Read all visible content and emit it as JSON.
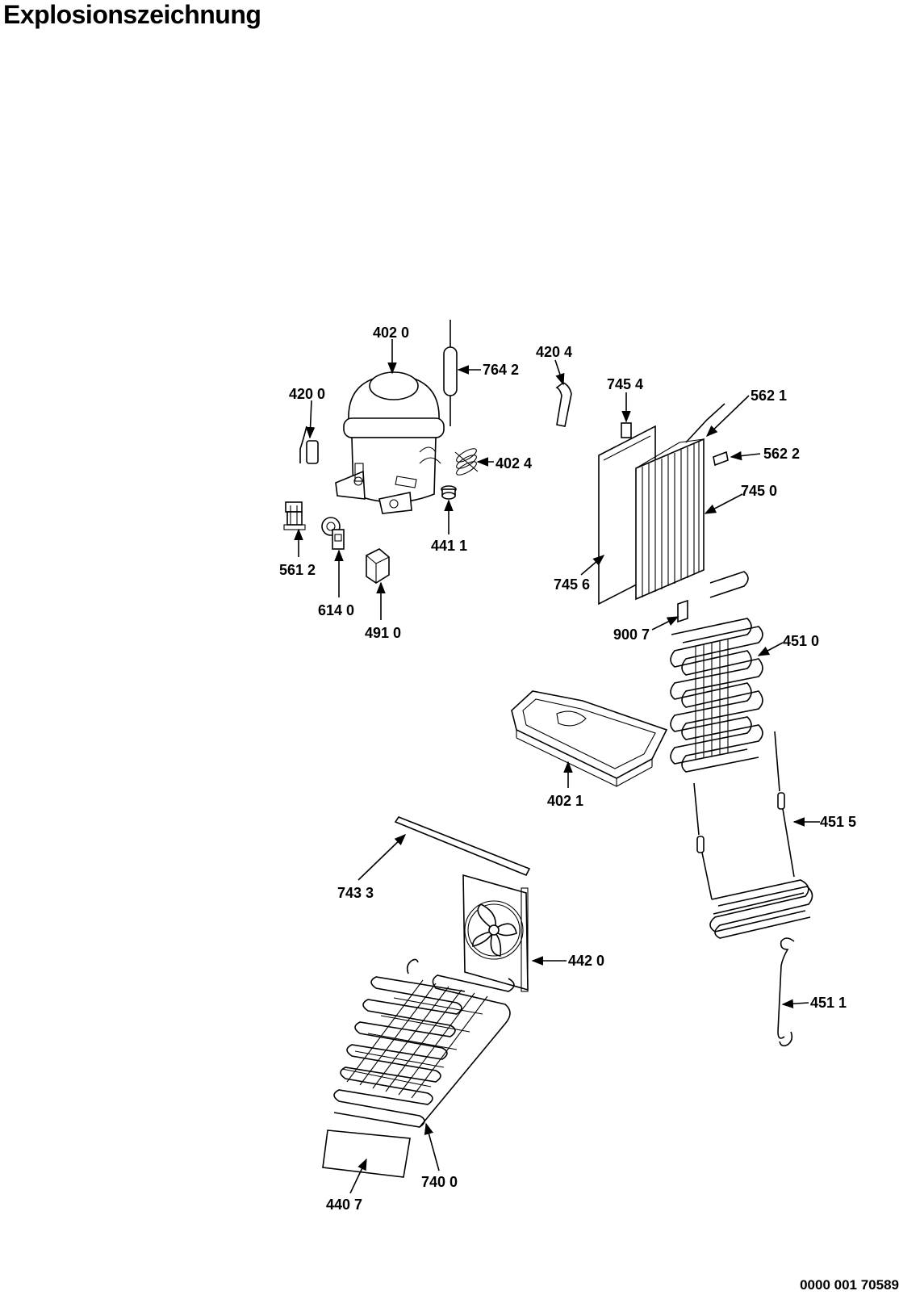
{
  "header": {
    "title": "Explosionszeichnung"
  },
  "footer": {
    "document_number": "0000 001 70589"
  },
  "parts": [
    {
      "id": "compressor",
      "label": "402 0"
    },
    {
      "id": "capacitor",
      "label": "420 0"
    },
    {
      "id": "dryer-filter",
      "label": "764 2"
    },
    {
      "id": "hose",
      "label": "420 4"
    },
    {
      "id": "mounting-clip",
      "label": "402 4"
    },
    {
      "id": "grommet",
      "label": "441 1"
    },
    {
      "id": "relay-starter",
      "label": "561 2"
    },
    {
      "id": "overload-protector",
      "label": "614 0"
    },
    {
      "id": "terminal-cover",
      "label": "491 0"
    },
    {
      "id": "sensor-clip",
      "label": "745 4"
    },
    {
      "id": "tube-holder",
      "label": "562 1"
    },
    {
      "id": "clamp",
      "label": "562 2"
    },
    {
      "id": "evaporator",
      "label": "745 0"
    },
    {
      "id": "evaporator-cover",
      "label": "745 6"
    },
    {
      "id": "drain-fitting",
      "label": "900 7"
    },
    {
      "id": "heater-coil",
      "label": "451 0"
    },
    {
      "id": "drip-tray",
      "label": "402 1"
    },
    {
      "id": "heater-element",
      "label": "451 5"
    },
    {
      "id": "seal-strip",
      "label": "743 3"
    },
    {
      "id": "condenser-fan",
      "label": "442 0"
    },
    {
      "id": "heater-bracket",
      "label": "451 1"
    },
    {
      "id": "condenser",
      "label": "740 0"
    },
    {
      "id": "insulation-pad",
      "label": "440 7"
    }
  ]
}
